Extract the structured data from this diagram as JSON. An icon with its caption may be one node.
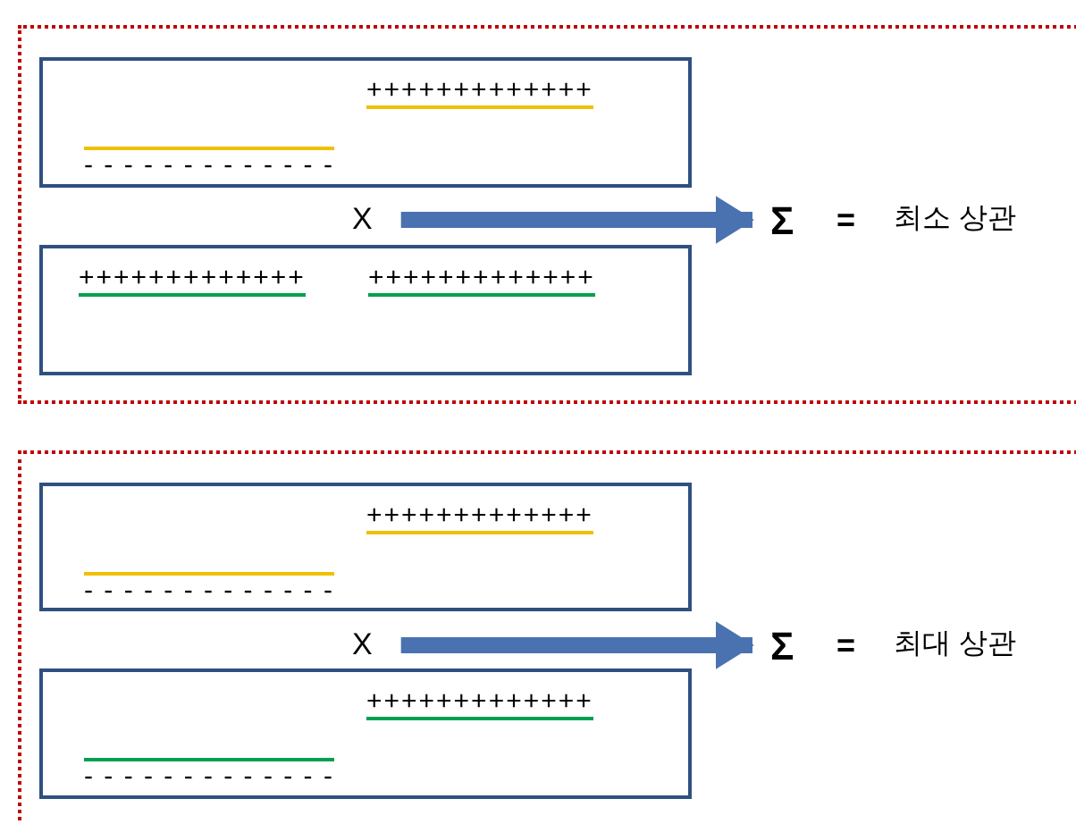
{
  "diagram": {
    "nodes": [
      {
        "text": [],
        "shape": "box"
      },
      {
        "text": [
          "+++++++++++++",
          "- - - - - - - - - - - - -"
        ],
        "in": 0
      },
      {
        "text": [
          "+++++++++++++",
          "+++++++++++++"
        ],
        "in": 0
      },
      {
        "text": [
          "X"
        ],
        "in": 0
      },
      {
        "text": [
          "Σ"
        ],
        "in": 0
      },
      {
        "text": [],
        "shape": "box"
      },
      {
        "text": [
          "+++++++++++++",
          "- - - - - - - - - - - - -"
        ],
        "in": 5
      },
      {
        "text": [
          "+++++++++++++",
          "- - - - - - - - - - - - -"
        ],
        "in": 5
      },
      {
        "text": [
          "X"
        ],
        "in": 5
      },
      {
        "text": [
          "Σ"
        ],
        "in": 5
      }
    ],
    "edges": [
      {
        "from": 3,
        "to": 4,
        "arrow": "to"
      },
      {
        "from": 8,
        "to": 9,
        "arrow": "to"
      }
    ],
    "labels": [
      "=",
      "최소 상관",
      "=",
      "최대 상관"
    ]
  }
}
